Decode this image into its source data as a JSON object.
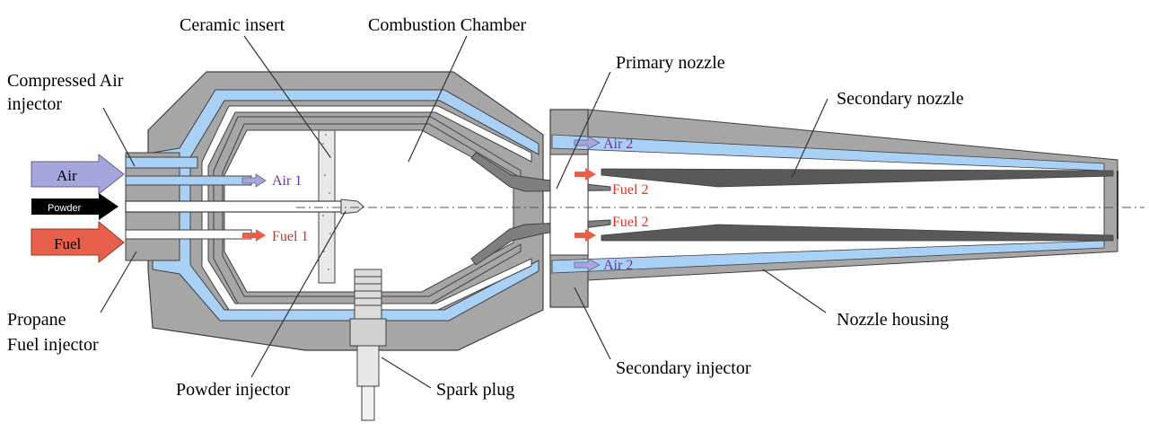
{
  "labels": {
    "ceramic_insert": "Ceramic insert",
    "combustion_chamber": "Combustion Chamber",
    "primary_nozzle": "Primary nozzle",
    "secondary_nozzle": "Secondary nozzle",
    "compressed_air_injector_1": "Compressed Air",
    "compressed_air_injector_2": "injector",
    "propane_fuel_injector_1": "Propane",
    "propane_fuel_injector_2": "Fuel injector",
    "powder_injector": "Powder injector",
    "spark_plug": "Spark plug",
    "secondary_injector": "Secondary injector",
    "nozzle_housing": "Nozzle housing"
  },
  "inputs": {
    "air": "Air",
    "powder": "Powder",
    "fuel": "Fuel"
  },
  "flows": {
    "air1": "Air 1",
    "fuel1": "Fuel 1",
    "air2_top": "Air 2",
    "air2_bottom": "Air 2",
    "fuel2_top": "Fuel 2",
    "fuel2_bottom": "Fuel 2"
  },
  "colors": {
    "housing": "#a6a6a6",
    "housing_dark": "#7f7f7f",
    "air_channel": "#a9d0f5",
    "air_arrow": "#a6a6dc",
    "fuel_arrow": "#e8604c",
    "powder_arrow": "#000000",
    "air_text": "#7030a0",
    "fuel_text": "#e03020",
    "nozzle_dark": "#595959"
  }
}
